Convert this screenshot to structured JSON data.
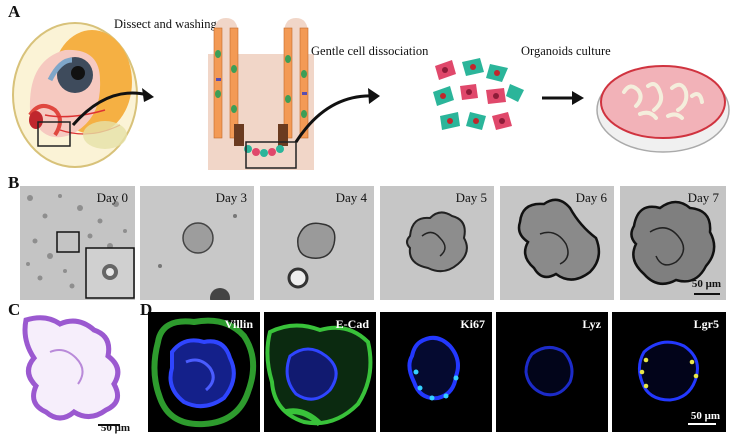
{
  "panels": {
    "a": "A",
    "b": "B",
    "c": "C",
    "d": "D"
  },
  "steps": {
    "dissect": "Dissect and washing",
    "dissociate": "Gentle cell dissociation",
    "culture": "Organoids culture"
  },
  "days": [
    "Day 0",
    "Day 3",
    "Day 4",
    "Day 5",
    "Day 6",
    "Day 7"
  ],
  "scale_b": "50 μm",
  "scale_c": "50 μm",
  "scale_d": "50 μm",
  "stains": [
    "Villin",
    "E-Cad",
    "Ki67",
    "Lyz",
    "Lgr5"
  ],
  "colors": {
    "he_stain": "#9b59d0",
    "dapi": "#1d2fc4",
    "green": "#39c23a",
    "dish_pink": "#f2b2b8",
    "cell_teal": "#2bb59a",
    "cell_red": "#e0486b"
  }
}
